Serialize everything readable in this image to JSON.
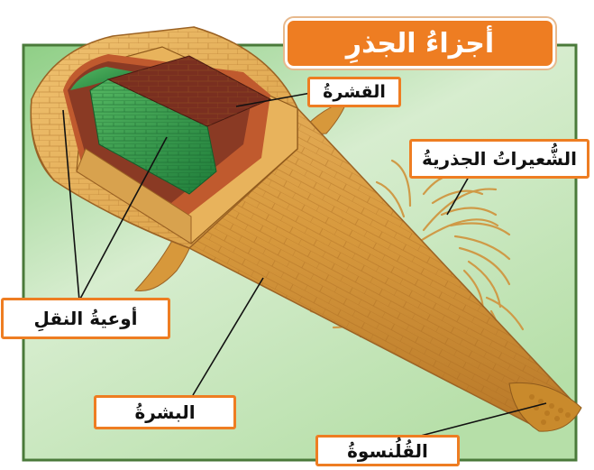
{
  "title": "أجزاءُ الجذرِ",
  "labels": {
    "cortex": "القشرةُ",
    "root_hairs": "الشُّعيراتُ الجذريةُ",
    "transport_vessels": "أوعيةُ النقلِ",
    "epidermis": "البشرةُ",
    "root_cap": "القُلُنسوةُ"
  },
  "colors": {
    "title_bg": "#ee7d22",
    "label_border": "#ee7d22",
    "background_green": "#a9d89a",
    "root_tan": "#d99b3c",
    "cortex_brown": "#9a4a2a",
    "vessel_green": "#2f9a48"
  }
}
